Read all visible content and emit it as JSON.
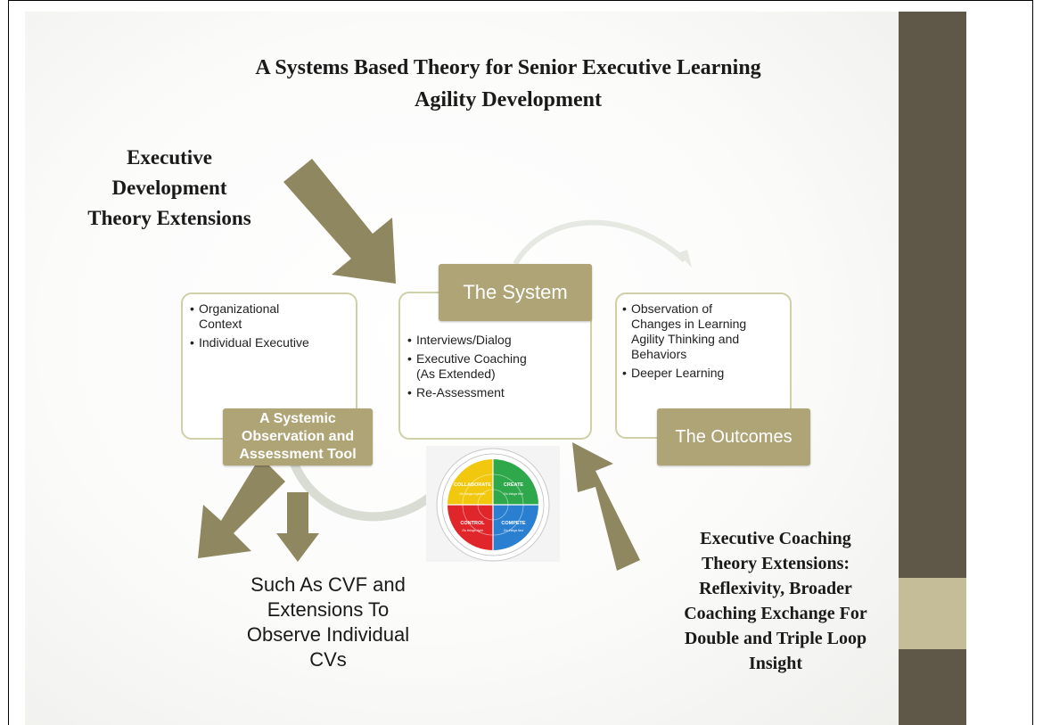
{
  "title": {
    "line1": "A Systems Based Theory for Senior Executive Learning",
    "line2": "Agility Development"
  },
  "executive_development": {
    "line1": "Executive",
    "line2": "Development",
    "line3": "Theory Extensions"
  },
  "left_box": {
    "items": [
      "Organizational Context",
      "Individual Executive"
    ],
    "item0_line1": "Organizational",
    "item0_line2": "Context",
    "label_line1": "A Systemic",
    "label_line2": "Observation and",
    "label_line3": "Assessment Tool"
  },
  "center_box": {
    "label": "The System",
    "items": [
      "Interviews/Dialog",
      "Executive Coaching (As Extended)",
      "Re-Assessment"
    ],
    "item1_line1": "Executive Coaching",
    "item1_line2": "(As Extended)"
  },
  "right_box": {
    "label": "The Outcomes",
    "items": [
      "Observation of Changes in Learning Agility Thinking and Behaviors",
      "Deeper Learning"
    ],
    "item0_line1": "Observation of",
    "item0_line2": "Changes in Learning",
    "item0_line3": "Agility Thinking and",
    "item0_line4": "Behaviors"
  },
  "cvf_caption": {
    "line1": "Such As CVF and",
    "line2": "Extensions To",
    "line3": "Observe Individual",
    "line4": "CVs"
  },
  "executive_coaching": {
    "line1": "Executive Coaching",
    "line2": "Theory Extensions:",
    "line3": "Reflexivity,  Broader",
    "line4": "Coaching Exchange For",
    "line5": "Double and Triple Loop",
    "line6": "Insight"
  },
  "cvf_quadrants": {
    "top_left": "COLLABORATE",
    "top_right": "CREATE",
    "bottom_left": "CONTROL",
    "bottom_right": "COMPETE",
    "top_left_sub": "Do things together",
    "top_right_sub": "Do things first",
    "bottom_left_sub": "Do things right",
    "bottom_right_sub": "Do things fast"
  },
  "colors": {
    "sidebar": "#5f5848",
    "sidebar_accent": "#c4bd97",
    "arrow": "#8f8760",
    "label_fill": "#aea476",
    "box_border": "#cfcfa8",
    "quad_yellow": "#f2c80f",
    "quad_green": "#2ea84a",
    "quad_red": "#e0262b",
    "quad_blue": "#2a7fd0"
  },
  "icons": [
    "arrow-down-right",
    "arrow-down-left",
    "arrow-up-left",
    "arrow-down",
    "cycle-arrow",
    "cvf-wheel"
  ]
}
